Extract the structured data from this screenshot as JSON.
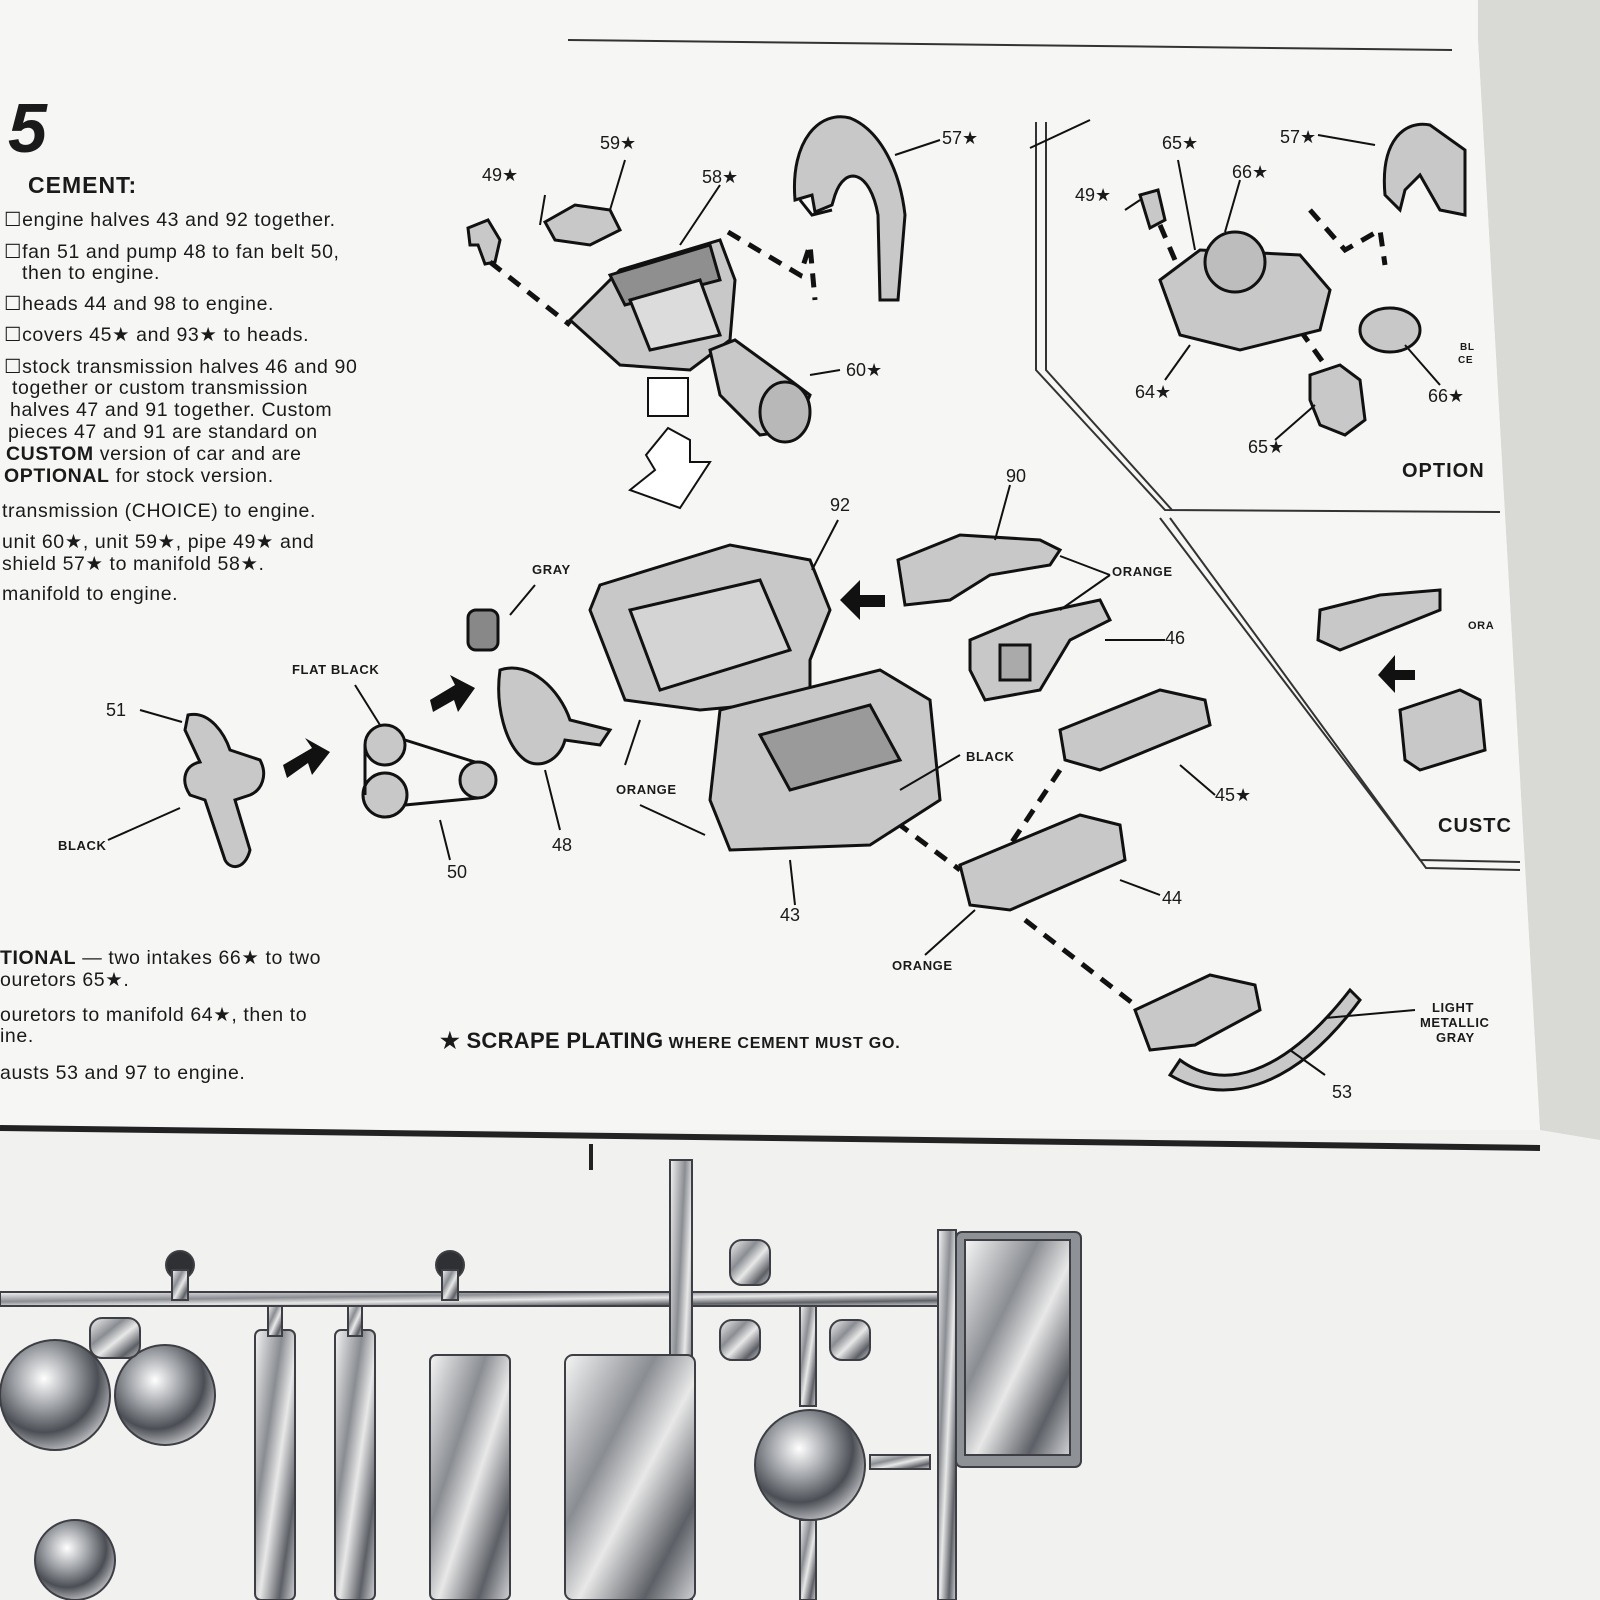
{
  "step": {
    "number": "5",
    "cement_label": "CEMENT:"
  },
  "instructions": {
    "line1": "☐engine halves 43 and 92 together.",
    "line2a": "☐fan 51 and pump 48 to fan belt 50,",
    "line2b": "then to engine.",
    "line3": "☐heads 44 and 98 to engine.",
    "line4": "☐covers 45★ and 93★ to heads.",
    "line5a": "☐stock transmission halves 46 and 90",
    "line5b": "together or custom transmission",
    "line5c": "halves 47 and 91 together. Custom",
    "line5d": "pieces 47 and 91 are standard on",
    "line5e_bold": "CUSTOM",
    "line5e_rest": " version of car and are",
    "line5f_bold": "OPTIONAL",
    "line5f_rest": " for stock version.",
    "line6": "transmission (CHOICE) to engine.",
    "line7a": "unit 60★, unit 59★, pipe 49★ and",
    "line7b": "shield 57★ to manifold 58★.",
    "line8": "manifold to engine.",
    "opt1_bold": "TIONAL",
    "opt1_rest": " — two intakes 66★ to two",
    "opt1b": "ouretors 65★.",
    "opt2a": "ouretors to manifold 64★, then to",
    "opt2b": "ine.",
    "opt3": "austs 53 and 97 to engine."
  },
  "part_labels": {
    "p49": "49★",
    "p59": "59★",
    "p58": "58★",
    "p57": "57★",
    "p60": "60★",
    "p92": "92",
    "p90": "90",
    "p46": "46",
    "p45": "45★",
    "p44": "44",
    "p43": "43",
    "p48": "48",
    "p50": "50",
    "p51": "51",
    "p53": "53",
    "o65a": "65★",
    "o66a": "66★",
    "o57": "57★",
    "o49": "49★",
    "o64": "64★",
    "o65b": "65★",
    "o66b": "66★",
    "obl": "BL",
    "oce": "CE",
    "ora": "ORA"
  },
  "color_labels": {
    "gray": "GRAY",
    "flat_black": "FLAT BLACK",
    "black_fan": "BLACK",
    "orange_trans": "ORANGE",
    "orange_engine": "ORANGE",
    "black_pump": "BLACK",
    "orange_head": "ORANGE",
    "light_metallic_1": "LIGHT",
    "light_metallic_2": "METALLIC",
    "light_metallic_3": "GRAY"
  },
  "panels": {
    "optional": "OPTION",
    "custom": "CUSTC"
  },
  "footnote": {
    "star": "★",
    "bold": "SCRAPE PLATING",
    "rest": " WHERE CEMENT MUST GO."
  },
  "colors": {
    "paper": "#f4f4f2",
    "ink": "#1a1a1a",
    "part_gray": "#c8c8c8",
    "chrome": "#b9bcc0",
    "background": "#d9d9d6"
  }
}
